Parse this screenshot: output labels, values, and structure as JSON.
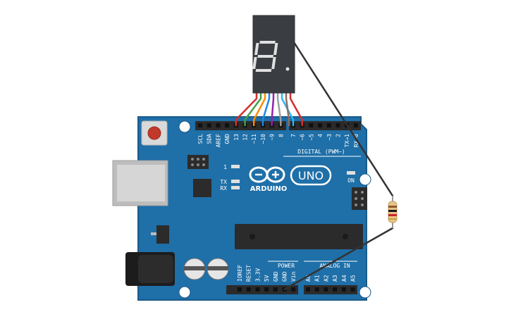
{
  "board": {
    "name": "ARDUINO",
    "model": "UNO",
    "digital_header_label": "DIGITAL (PWM~)",
    "analog_header_label": "ANALOG IN",
    "power_header_label": "POWER",
    "led_on_label": "ON",
    "led_tx_label": "TX",
    "led_rx_label": "RX",
    "led_l_label": "1",
    "digital_pins_left": [
      "SCL",
      "SDA",
      "AREF",
      "GND",
      "13",
      "12",
      "~11",
      "~10",
      "~9",
      "8"
    ],
    "digital_pins_right": [
      "7",
      "~6",
      "~5",
      "4",
      "~3",
      "2",
      "TX→1",
      "RX←0"
    ],
    "power_pins": [
      "IOREF",
      "RESET",
      "3.3V",
      "5V",
      "GND",
      "GND",
      "Vin"
    ],
    "analog_pins": [
      "A0",
      "A1",
      "A2",
      "A3",
      "A4",
      "A5"
    ]
  },
  "display": {
    "type": "7-segment",
    "shown_digit": "8."
  },
  "wires": [
    {
      "color": "#d32f2f"
    },
    {
      "color": "#43a047"
    },
    {
      "color": "#fb8c00"
    },
    {
      "color": "#1e88e5"
    },
    {
      "color": "#8e24aa"
    },
    {
      "color": "#9e9e9e"
    },
    {
      "color": "#29b6f6"
    },
    {
      "color": "#8d6e63"
    },
    {
      "color": "#d32f2f"
    },
    {
      "color": "#333333"
    }
  ],
  "colors": {
    "board": "#1f6fa8",
    "board_edge": "#185a8a",
    "header": "#2b2b2b",
    "display_body": "#3a3d42",
    "segment_on": "#e0e0e0",
    "resistor_body": "#e8c48a"
  }
}
